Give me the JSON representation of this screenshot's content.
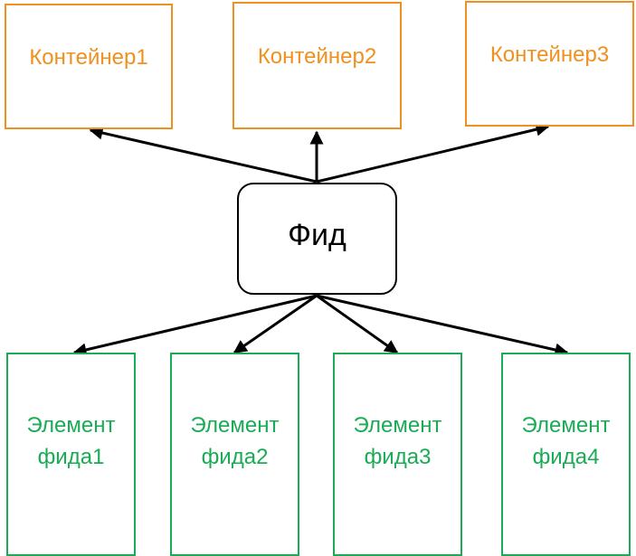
{
  "containers": [
    {
      "label": "Контейнер1"
    },
    {
      "label": "Контейнер2"
    },
    {
      "label": "Контейнер3"
    }
  ],
  "feed": {
    "label": "Фид"
  },
  "feed_items": [
    {
      "label": "Элемент\nфида1"
    },
    {
      "label": "Элемент\nфида2"
    },
    {
      "label": "Элемент\nфида3"
    },
    {
      "label": "Элемент\nфида4"
    }
  ],
  "colors": {
    "container": "#f0901e",
    "feed_item": "#1aab55",
    "feed": "#000000"
  }
}
